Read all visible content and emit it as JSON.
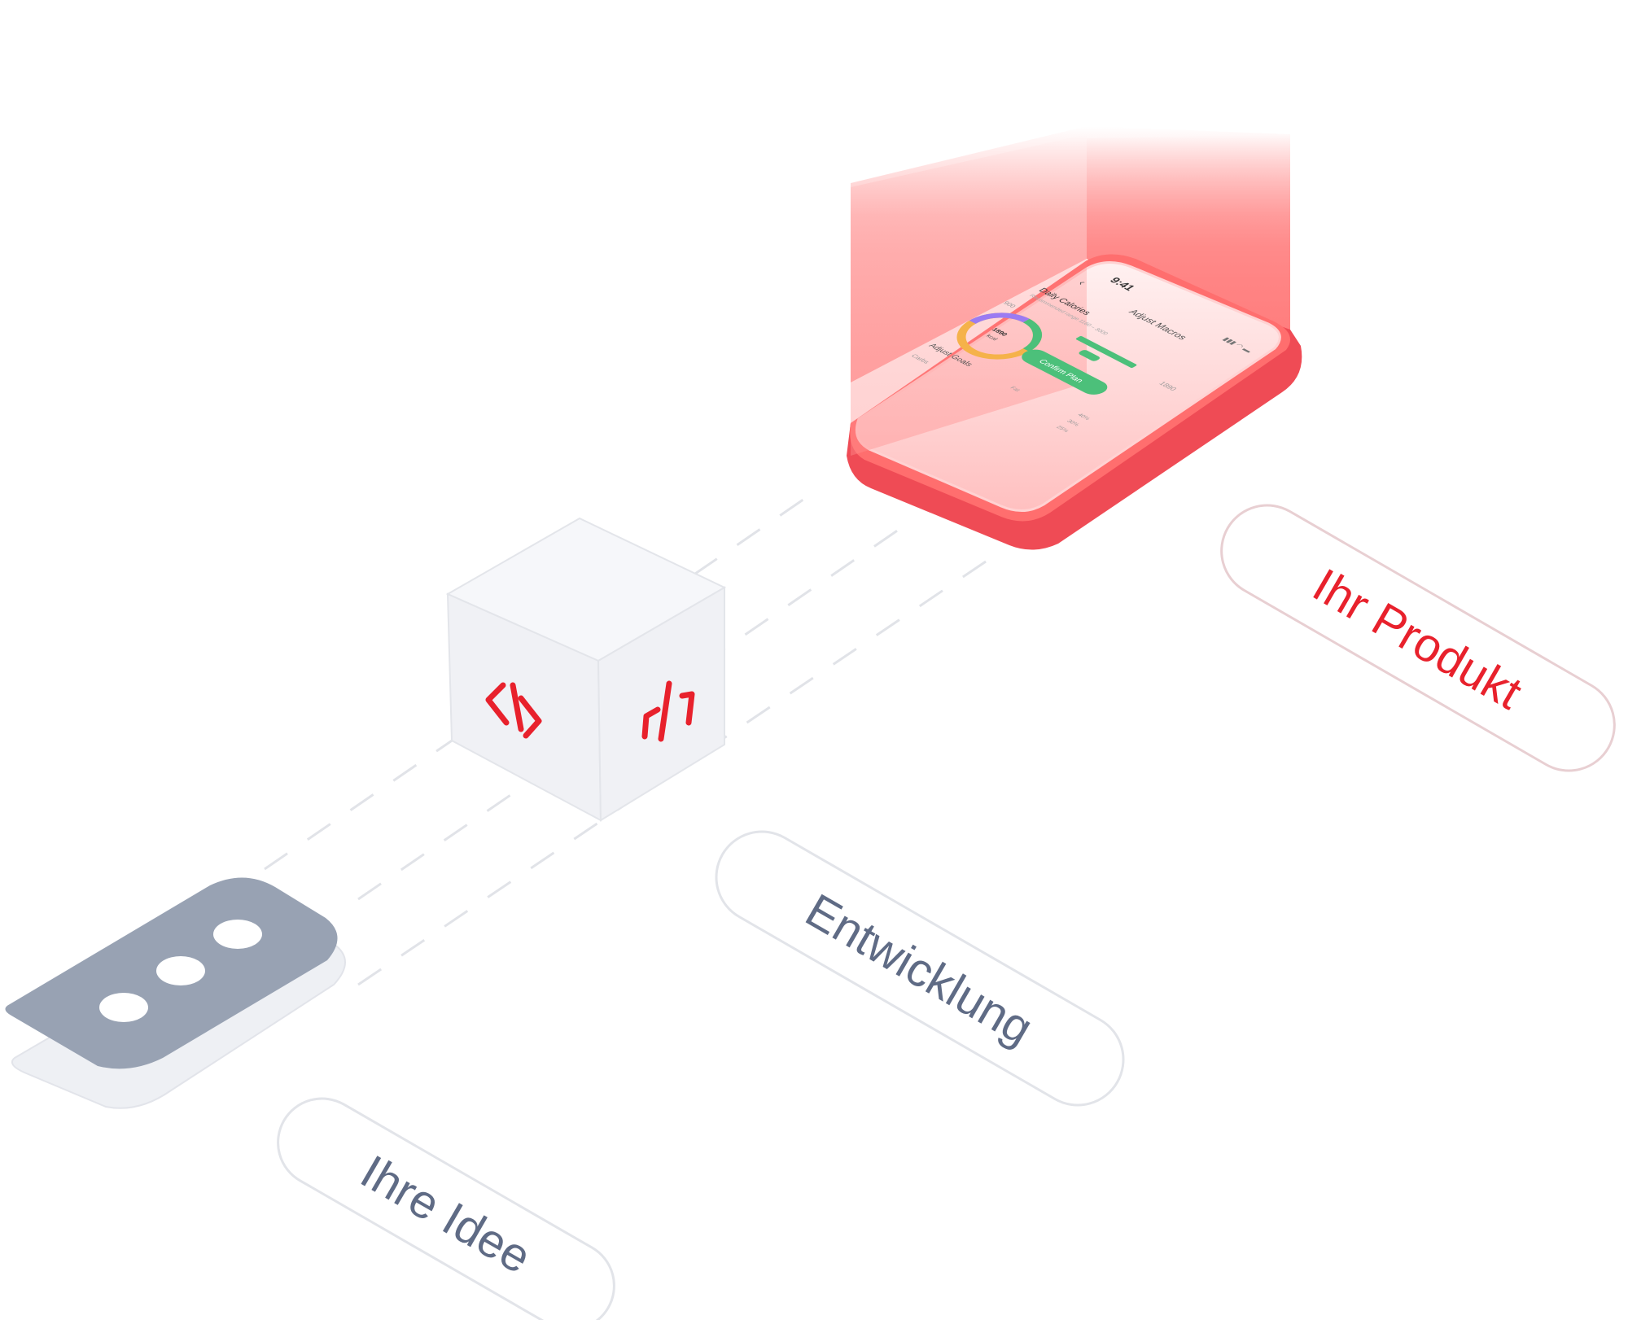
{
  "labels": {
    "idea": "Ihre Idee",
    "development": "Entwicklung",
    "product": "Ihr Produkt"
  },
  "phone": {
    "time": "9:41",
    "title": "Adjust Macros",
    "section_title": "Daily Calories",
    "section_subtitle": "Recommended range 1160 – 3000",
    "value_left": "900",
    "value_right": "1890",
    "ring_value": "1890",
    "ring_unit": "kcal",
    "confirm_label": "Confirm Plan",
    "goals_title": "Adjust Goals",
    "carbs_label": "Carbs",
    "fat_label": "Fat",
    "pct_1": "40%",
    "pct_2": "30%",
    "pct_3": "25%"
  },
  "icons": {
    "idea": "chat-bubble-dots-icon",
    "development": "code-brackets-icon"
  },
  "colors": {
    "accent": "#e8212c",
    "idea_gray": "#98a2b3",
    "label_gray": "#5f6b85",
    "cube_face": "#f0f1f5",
    "platform_red": "#ef4b55",
    "ring_green": "#4cc07a",
    "ring_orange": "#f5b24a",
    "ring_purple": "#9b7bf2"
  }
}
